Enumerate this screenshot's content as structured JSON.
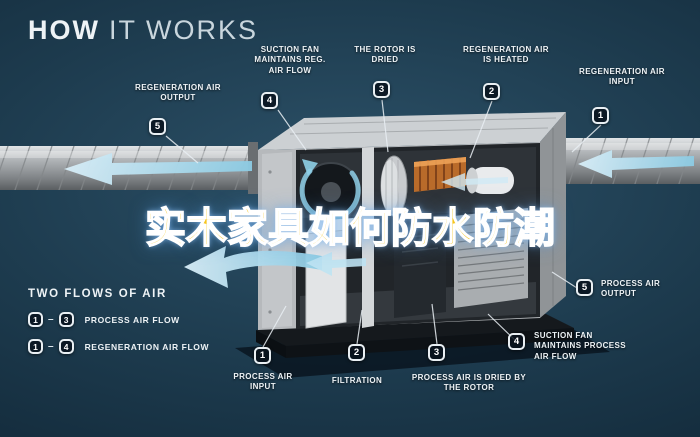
{
  "title": {
    "bold": "HOW",
    "light": "IT WORKS"
  },
  "watermark": {
    "text": "实木家具如何防水防潮"
  },
  "callouts": [
    {
      "number": "5",
      "label": "REGENERATION AIR OUTPUT"
    },
    {
      "number": "4",
      "label": "SUCTION FAN MAINTAINS REG. AIR FLOW"
    },
    {
      "number": "3",
      "label": "THE ROTOR IS DRIED"
    },
    {
      "number": "2",
      "label": "REGENERATION AIR IS HEATED"
    },
    {
      "number": "1",
      "label": "REGENERATION AIR INPUT"
    },
    {
      "number": "5",
      "label": "PROCESS AIR OUTPUT"
    },
    {
      "number": "4",
      "label": "SUCTION FAN MAINTAINS PROCESS AIR FLOW"
    },
    {
      "number": "3",
      "label": "PROCESS AIR IS DRIED BY THE ROTOR"
    },
    {
      "number": "2",
      "label": "FILTRATION"
    },
    {
      "number": "1",
      "label": "PROCESS AIR INPUT"
    }
  ],
  "legend": {
    "heading": "TWO FLOWS OF AIR",
    "rows": [
      {
        "from": "1",
        "sep": "–",
        "to": "3",
        "label": "PROCESS AIR FLOW"
      },
      {
        "from": "1",
        "sep": "–",
        "to": "4",
        "label": "REGENERATION AIR FLOW"
      }
    ]
  },
  "colors": {
    "background": "#1d3b4e",
    "accent_blue": "#8ccbe3",
    "watermark_yellow": "#f6c51d",
    "heater_orange": "#b96b2a"
  }
}
